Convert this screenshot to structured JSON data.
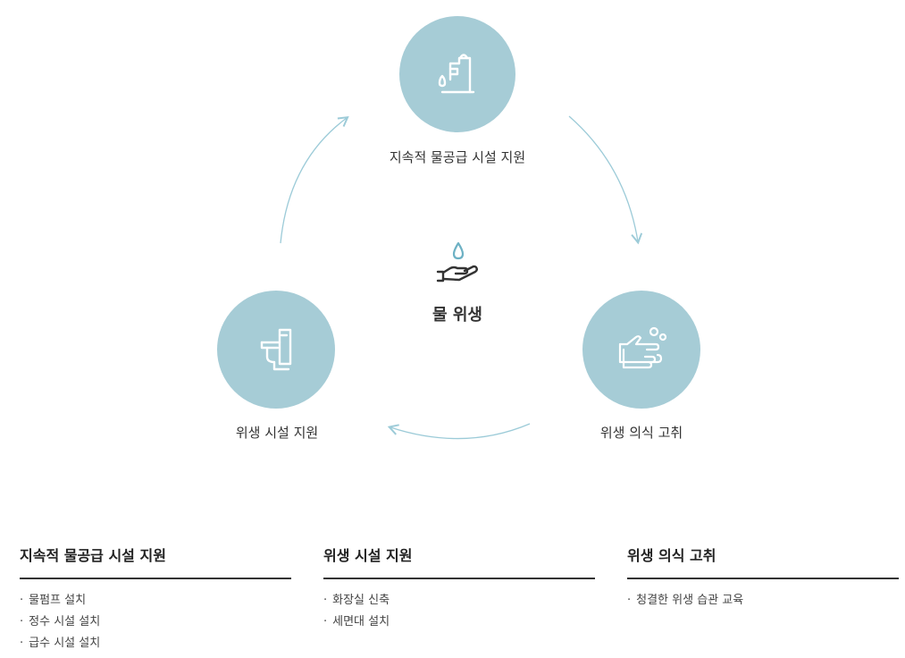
{
  "diagram": {
    "center_title": "물 위생",
    "nodes": [
      {
        "label": "지속적 물공급 시설 지원",
        "icon": "faucet-icon"
      },
      {
        "label": "위생 의식 고취",
        "icon": "handwashing-icon"
      },
      {
        "label": "위생 시설 지원",
        "icon": "toilet-icon"
      }
    ],
    "center_icon": "water-drop-hand-icon"
  },
  "colors": {
    "circle": "#a6ccd6",
    "arrow": "#9ccbd8",
    "icon": "#ffffff",
    "dark_icon": "#333333"
  },
  "columns": [
    {
      "title": "지속적 물공급 시설 지원",
      "items": [
        "물펌프 설치",
        "정수 시설 설치",
        "급수 시설 설치"
      ]
    },
    {
      "title": "위생 시설 지원",
      "items": [
        "화장실 신축",
        "세면대 설치"
      ]
    },
    {
      "title": "위생 의식 고취",
      "items": [
        "청결한 위생 습관 교육"
      ]
    }
  ],
  "bullet": "·"
}
